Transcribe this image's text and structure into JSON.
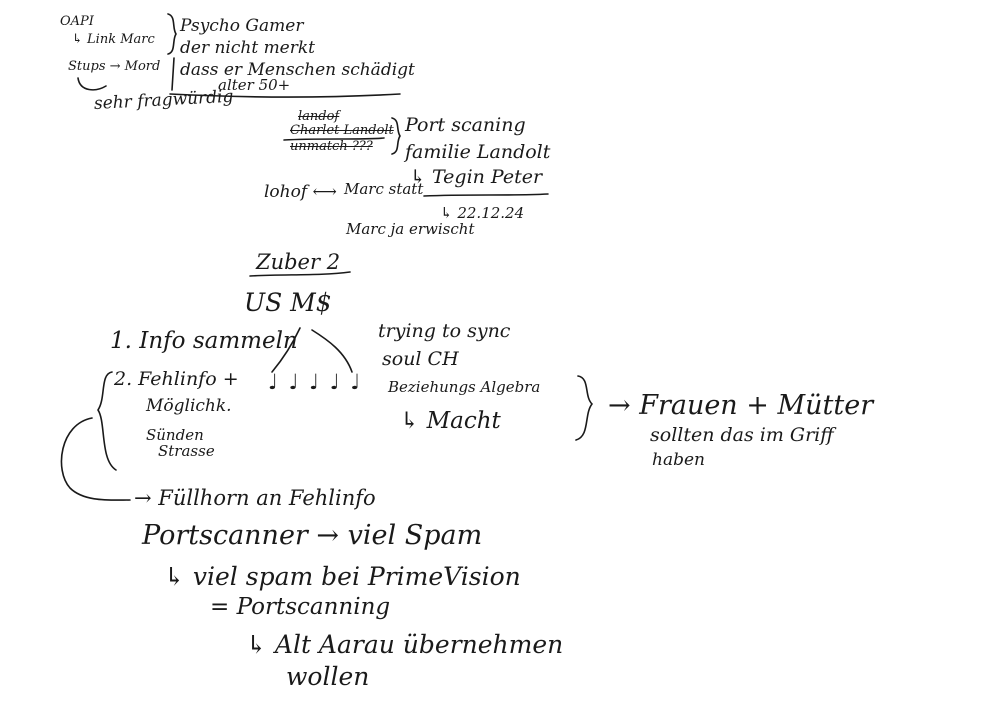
{
  "colors": {
    "ink": "#1a1a1a",
    "paper": "#ffffff"
  },
  "notes": {
    "oapi": "OAPI",
    "link_marc": "↳ Link Marc",
    "stups_mord": "Stups → Mord",
    "sehr_fragwuerdig": "sehr fragwürdig",
    "psycho_gamer": "Psycho Gamer",
    "der_nicht_merkt": "der nicht merkt",
    "dass_er": "dass er Menschen schädigt",
    "alter": "alter 50+",
    "landof": "landof",
    "charlet_landolt": "Charlet Landolt",
    "unmatch": "unmatch ???",
    "port_scaning": "Port scaning",
    "familie_landolt": "familie Landolt",
    "tegin_peter": "↳ Tegin Peter",
    "date": "↳ 22.12.24",
    "lohof": "lohof ⟷",
    "marc_statt": "Marc statt",
    "marc_ja_erwischt": "Marc ja erwischt",
    "zuber_2": "Zuber 2",
    "us_ms": "US M$",
    "info_sammeln": "1. Info sammeln",
    "fehlinfo": "2. Fehlinfo +",
    "moeglichkeiten": "Möglichk.",
    "suenden": "Sünden",
    "strasse": "Strasse",
    "trying_to_sync": "trying to sync",
    "soul_ch": "soul CH",
    "beziehungs_algebra": "Beziehungs Algebra",
    "macht": "↳ Macht",
    "frauen_muetter": "→ Frauen + Mütter",
    "sollten_das": "sollten das im Griff",
    "haben": "haben",
    "fuellhorn": "→ Füllhorn an Fehlinfo",
    "portscanner": "Portscanner → viel Spam",
    "viel_spam_prime": "↳ viel spam bei PrimeVision",
    "eq_portscanning": "= Portscanning",
    "alt_aarau": "↳ Alt Aarau übernehmen",
    "wollen": "wollen",
    "people_glyphs": "♩ ♩ ♩ ♩ ♩"
  }
}
